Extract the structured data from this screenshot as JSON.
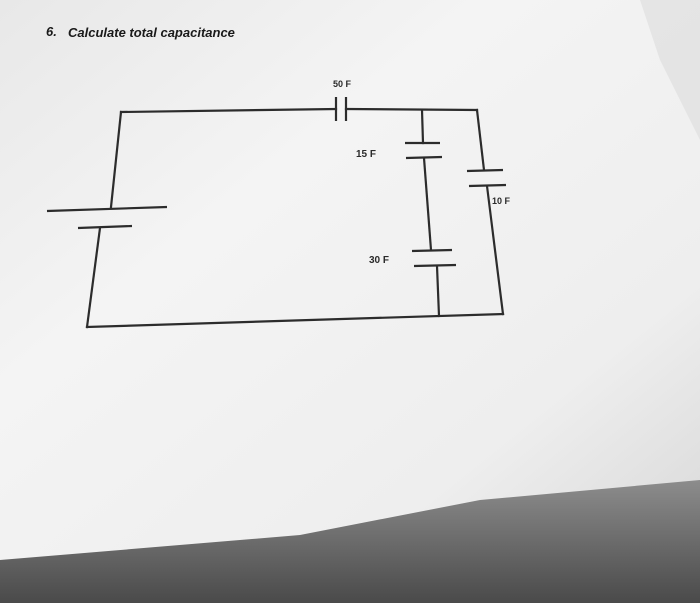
{
  "question": {
    "number": "6.",
    "text": "Calculate total capacitance"
  },
  "circuit": {
    "capacitors": [
      {
        "id": "c1",
        "label": "50 F"
      },
      {
        "id": "c2",
        "label": "15 F"
      },
      {
        "id": "c3",
        "label": "30 F"
      },
      {
        "id": "c4",
        "label": "10 F"
      }
    ]
  },
  "colors": {
    "paper": "#f3f3f3",
    "paper_shadow": "#c9c9c9",
    "ink": "#2c2c2c",
    "desk": "#1e1e1e"
  }
}
